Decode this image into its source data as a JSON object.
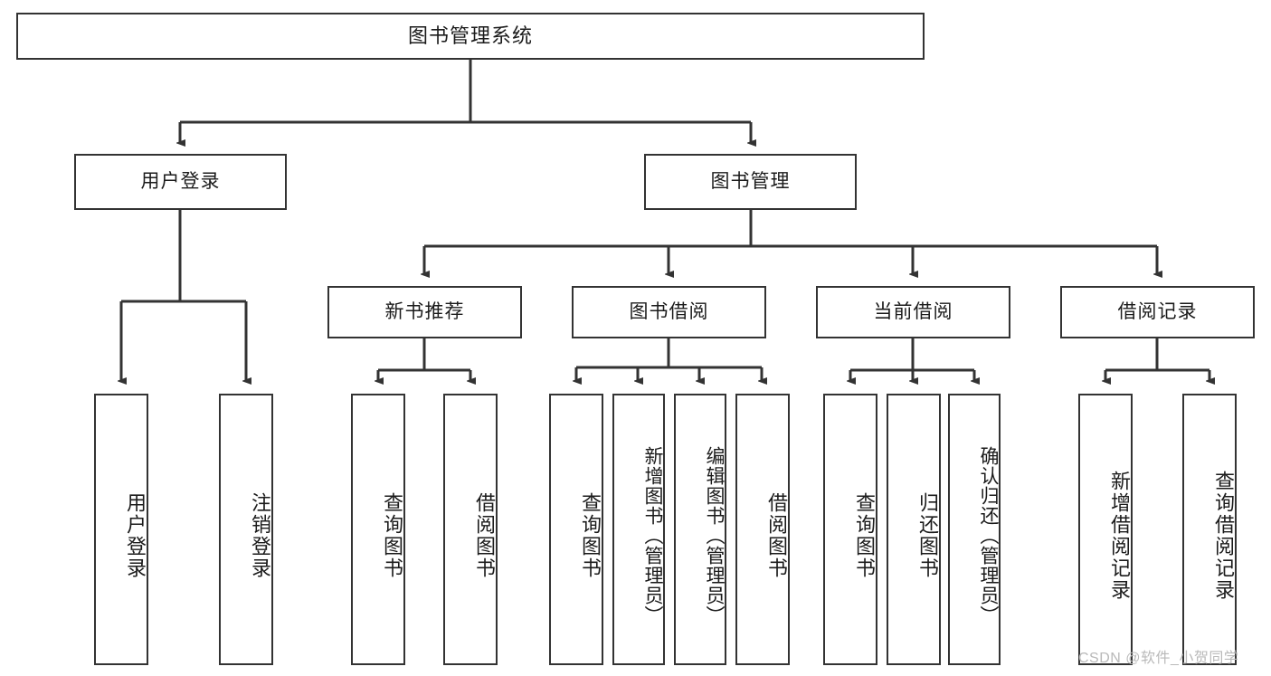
{
  "diagram": {
    "title": "图书管理系统",
    "type": "tree-hierarchy",
    "watermark": "CSDN @软件_小贺同学",
    "colors": {
      "box_border": "#333333",
      "box_fill": "#ffffff",
      "line": "#333333",
      "text": "#1b1b1b",
      "watermark": "#b9b9b9"
    },
    "nodes": {
      "root": {
        "label": "图书管理系统"
      },
      "level2": [
        {
          "label": "用户登录"
        },
        {
          "label": "图书管理"
        }
      ],
      "level3": [
        {
          "label": "新书推荐"
        },
        {
          "label": "图书借阅"
        },
        {
          "label": "当前借阅"
        },
        {
          "label": "借阅记录"
        }
      ],
      "leaves_user_login": [
        {
          "label": "用户登录"
        },
        {
          "label": "注销登录"
        }
      ],
      "leaves_new_book": [
        {
          "label": "查询图书"
        },
        {
          "label": "借阅图书"
        }
      ],
      "leaves_book_borrow": [
        {
          "label": "查询图书"
        },
        {
          "label": "新增图书（管理员）"
        },
        {
          "label": "编辑图书（管理员）"
        },
        {
          "label": "借阅图书"
        }
      ],
      "leaves_current_borrow": [
        {
          "label": "查询图书"
        },
        {
          "label": "归还图书"
        },
        {
          "label": "确认归还（管理员）"
        }
      ],
      "leaves_borrow_record": [
        {
          "label": "新增借阅记录"
        },
        {
          "label": "查询借阅记录"
        }
      ]
    }
  }
}
